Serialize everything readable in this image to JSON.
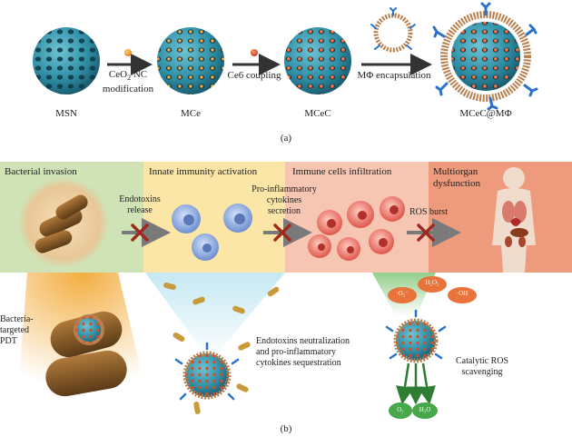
{
  "panel_a": {
    "caption": "(a)",
    "particles": [
      "MSN",
      "MCe",
      "MCeC",
      "MCeC@MΦ"
    ],
    "steps": [
      {
        "line1": "CeO",
        "sub": "2",
        "line1b": " NC",
        "line2": "modification"
      },
      {
        "line1": "Ce6 coupling"
      },
      {
        "line1": "MΦ encapsulation"
      }
    ]
  },
  "panel_b": {
    "caption": "(b)",
    "stages": [
      "Bacterial invasion",
      "Innate immunity activation",
      "Immune cells infiltration",
      "Multiorgan dysfunction"
    ],
    "transitions": [
      {
        "line1": "Endotoxins",
        "line2": "release"
      },
      {
        "line1": "Pro-inflammatory",
        "line2": "cytokines",
        "line3": "secretion"
      },
      {
        "line1": "ROS burst"
      }
    ],
    "lower": {
      "pdt_label": [
        "Bacteria-",
        "targeted",
        "PDT"
      ],
      "neutralization": [
        "Endotoxins neutralization",
        "and pro-inflammatory",
        "cytokines sequestration"
      ],
      "ros_label": [
        "Catalytic ROS",
        "scavenging"
      ],
      "ros_species": [
        "·O₂⁻",
        "H₂O₂",
        "·OH"
      ],
      "products": [
        "O₂",
        "H₂O"
      ]
    }
  },
  "colors": {
    "band_green": "#cfe3b7",
    "band_yellow": "#fbe5a7",
    "band_pink": "#f6c6b3",
    "band_orange": "#ee9a7c",
    "particle_teal": "#2f8fa5",
    "shell_brown": "#b9804f",
    "receptor_blue": "#2c72c8",
    "ros_orange": "#e8743b",
    "product_green": "#46a84a"
  }
}
